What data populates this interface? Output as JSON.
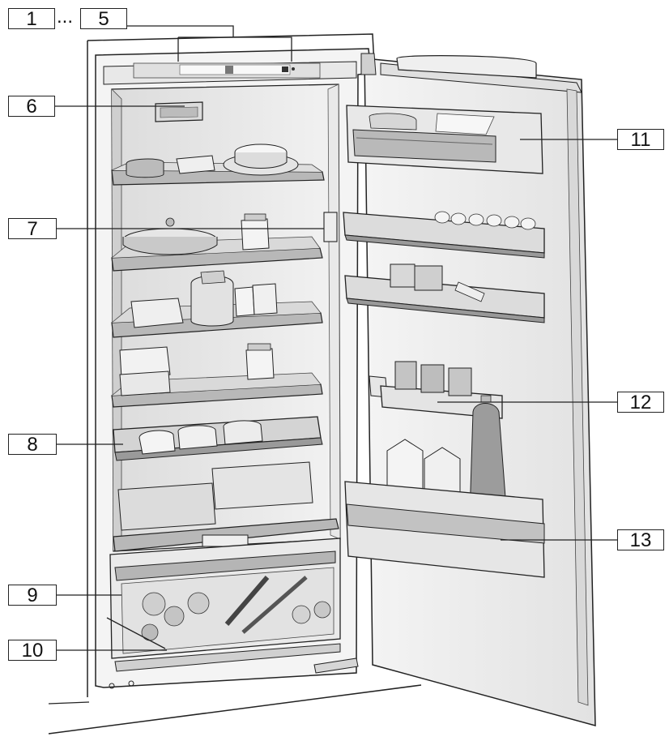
{
  "callouts": {
    "c1": "1",
    "range_sep": "...",
    "c5": "5",
    "c6": "6",
    "c7": "7",
    "c8": "8",
    "c9": "9",
    "c10": "10",
    "c11": "11",
    "c12": "12",
    "c13": "13"
  },
  "colors": {
    "line": "#222222",
    "fill_light": "#eeeeee",
    "fill_mid": "#cfcfcf",
    "fill_dark": "#8a8a8a"
  }
}
